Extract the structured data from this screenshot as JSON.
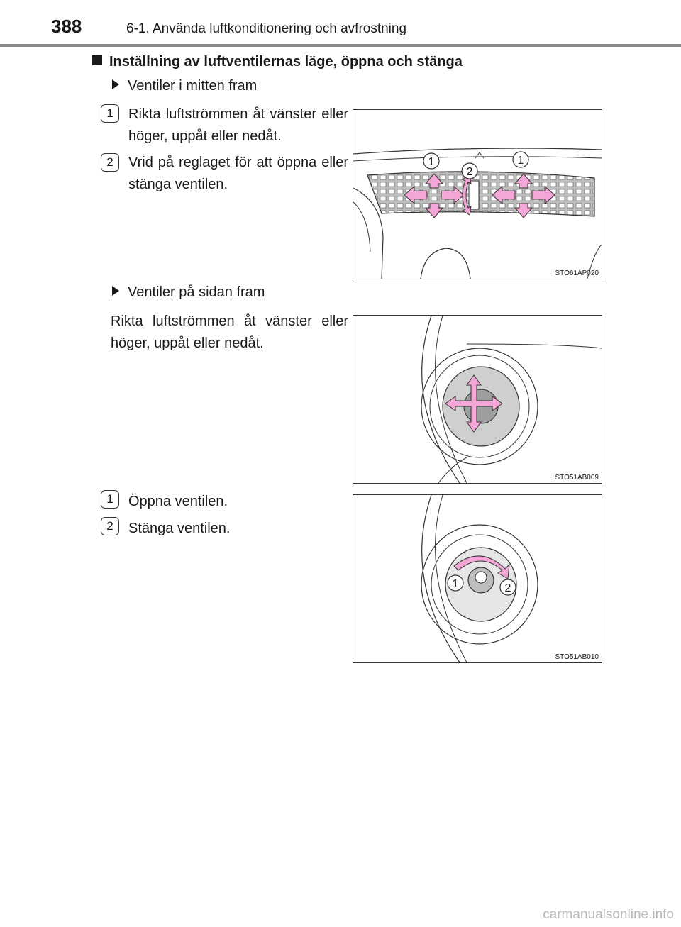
{
  "header": {
    "page_number": "388",
    "chapter_title": "6-1. Använda luftkonditionering och avfrostning"
  },
  "section": {
    "title": "Inställning av luftventilernas läge, öppna och stänga"
  },
  "center_vents": {
    "heading": "Ventiler i mitten fram",
    "items": [
      {
        "num": "1",
        "text": "Rikta luftströmmen åt vänster eller höger, uppåt eller nedåt."
      },
      {
        "num": "2",
        "text": "Vrid på reglaget för att öppna eller stänga ventilen."
      }
    ],
    "figure": {
      "code": "STO61AP020",
      "callouts": [
        "1",
        "2",
        "1"
      ]
    }
  },
  "side_vents": {
    "heading": "Ventiler på sidan fram",
    "text": "Rikta luftströmmen åt vänster eller höger, uppåt eller nedåt.",
    "figure": {
      "code": "STO51AB009"
    }
  },
  "side_vents_open_close": {
    "items": [
      {
        "num": "1",
        "text": "Öppna ventilen."
      },
      {
        "num": "2",
        "text": "Stänga ventilen."
      }
    ],
    "figure": {
      "code": "STO51AB010",
      "callouts": [
        "1",
        "2"
      ]
    }
  },
  "footer": {
    "watermark": "carmanualsonline.info"
  },
  "colors": {
    "arrow_pink": "#f4a6d6",
    "rule_gray": "#8a8a8a",
    "vent_gray": "#bdbdbd"
  }
}
